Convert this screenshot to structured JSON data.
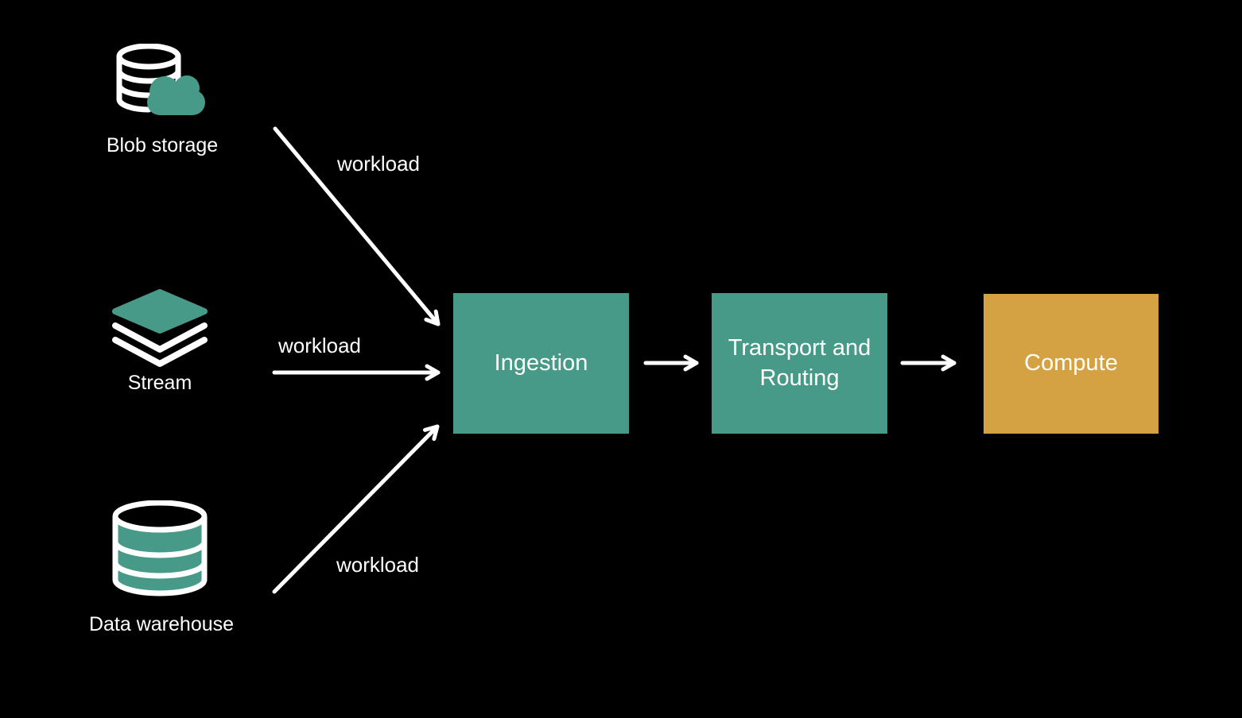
{
  "diagram": {
    "title": "",
    "colors": {
      "background": "#000000",
      "teal": "#489a88",
      "orange": "#d4a243",
      "line": "#ffffff",
      "text": "#ffffff"
    },
    "sources": [
      {
        "label": "Blob storage",
        "icon": "blob-storage-icon"
      },
      {
        "label": "Stream",
        "icon": "stream-icon"
      },
      {
        "label": "Data warehouse",
        "icon": "data-warehouse-icon"
      }
    ],
    "nodes": [
      {
        "label": "Ingestion",
        "color": "#489a88"
      },
      {
        "label": "Transport and Routing",
        "color": "#489a88"
      },
      {
        "label": "Compute",
        "color": "#d4a243"
      }
    ],
    "edges": [
      {
        "from": "Blob storage",
        "to": "Ingestion",
        "label": "workload"
      },
      {
        "from": "Stream",
        "to": "Ingestion",
        "label": "workload"
      },
      {
        "from": "Data warehouse",
        "to": "Ingestion",
        "label": "workload"
      },
      {
        "from": "Ingestion",
        "to": "Transport and Routing",
        "label": ""
      },
      {
        "from": "Transport and Routing",
        "to": "Compute",
        "label": ""
      }
    ]
  }
}
